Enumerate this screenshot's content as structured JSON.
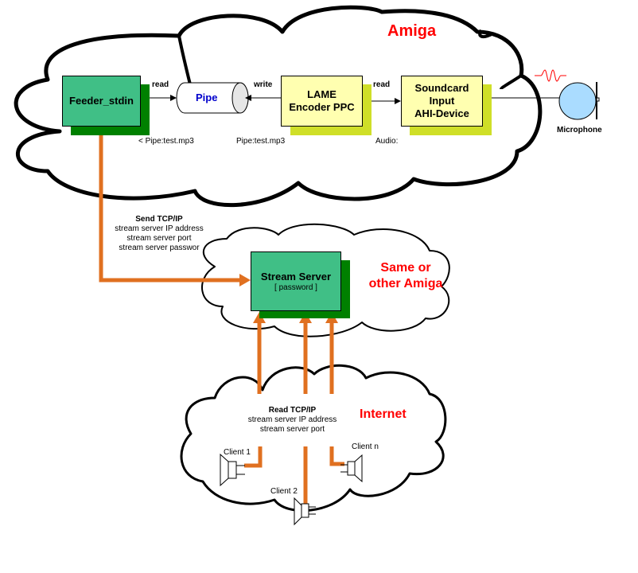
{
  "colors": {
    "feeder_fill": "#40bf86",
    "feeder_shadow": "#008000",
    "encoder_fill": "#ffffb0",
    "encoder_shadow": "#cfdf28",
    "network_line": "#e07020",
    "title_red": "#ff0000",
    "pipe_label": "#0000cc",
    "microphone_fill": "#aadcff",
    "sound_wave": "#ff0000"
  },
  "clouds": {
    "amiga": {
      "label": "Amiga"
    },
    "server": {
      "label_line1": "Same or",
      "label_line2": "other Amiga"
    },
    "internet": {
      "label": "Internet"
    }
  },
  "nodes": {
    "feeder": {
      "label": "Feeder_stdin"
    },
    "pipe": {
      "label": "Pipe"
    },
    "encoder": {
      "line1": "LAME",
      "line2": "Encoder PPC"
    },
    "soundcard": {
      "line1": "Soundcard",
      "line2": "Input",
      "line3": "AHI-Device"
    },
    "microphone": {
      "label": "Microphone",
      "icon": "microphone-icon"
    },
    "stream_server": {
      "label": "Stream Server",
      "sublabel": "[ password ]"
    }
  },
  "edges": {
    "feeder_pipe": {
      "label": "read",
      "caption": "< Pipe:test.mp3"
    },
    "encoder_pipe": {
      "label": "write",
      "caption": "Pipe:test.mp3"
    },
    "encoder_soundcard": {
      "label": "read",
      "caption": "Audio:"
    },
    "send": {
      "title": "Send TCP/IP",
      "lines": [
        "stream server IP address",
        "stream server port",
        "stream server passwor"
      ]
    },
    "read": {
      "title": "Read TCP/IP",
      "lines": [
        "stream server IP address",
        "stream server port"
      ]
    }
  },
  "clients": [
    {
      "label": "Client 1",
      "icon": "speaker-icon"
    },
    {
      "label": "Client 2",
      "icon": "speaker-icon"
    },
    {
      "label": "Client n",
      "icon": "speaker-icon"
    }
  ]
}
